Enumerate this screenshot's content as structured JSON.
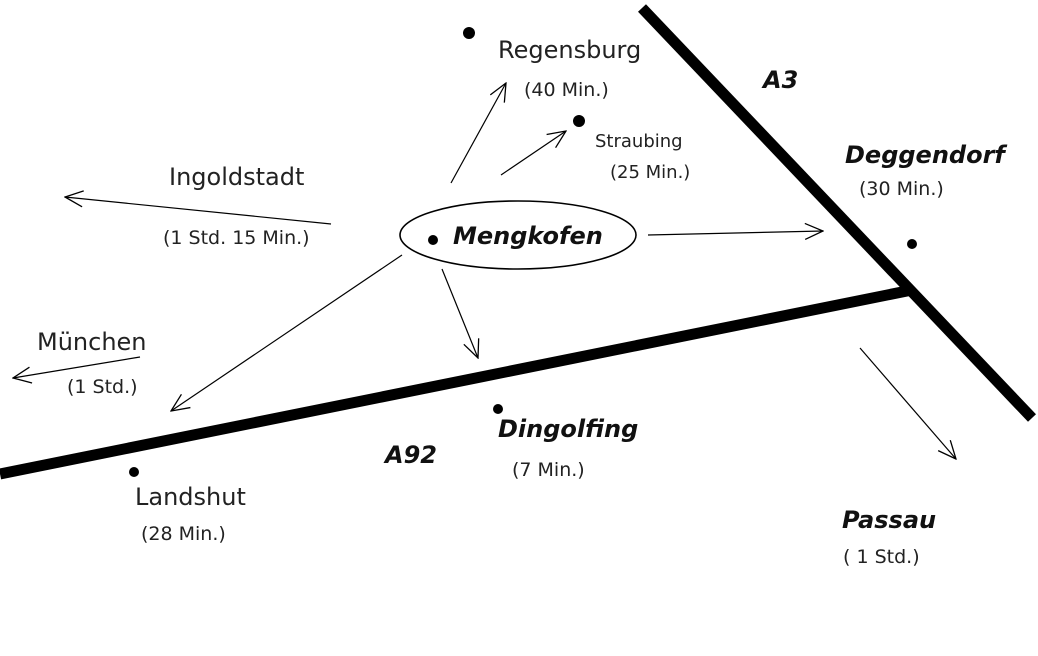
{
  "center": {
    "name": "Mengkofen"
  },
  "places": {
    "regensburg": {
      "name": "Regensburg",
      "time": "(40 Min.)"
    },
    "straubing": {
      "name": "Straubing",
      "time": "(25 Min.)"
    },
    "ingolstadt": {
      "name": "Ingoldstadt",
      "time": "(1 Std. 15 Min.)"
    },
    "muenchen": {
      "name": "München",
      "time": "(1 Std.)"
    },
    "deggendorf": {
      "name": "Deggendorf",
      "time": "(30 Min.)"
    },
    "dingolfing": {
      "name": "Dingolfing",
      "time": "(7 Min.)"
    },
    "landshut": {
      "name": "Landshut",
      "time": "(28 Min.)"
    },
    "passau": {
      "name": "Passau",
      "time": "( 1 Std.)"
    }
  },
  "roads": {
    "a3": "A3",
    "a92": "A92"
  },
  "colors": {
    "ink": "#000000",
    "background": "#ffffff"
  }
}
